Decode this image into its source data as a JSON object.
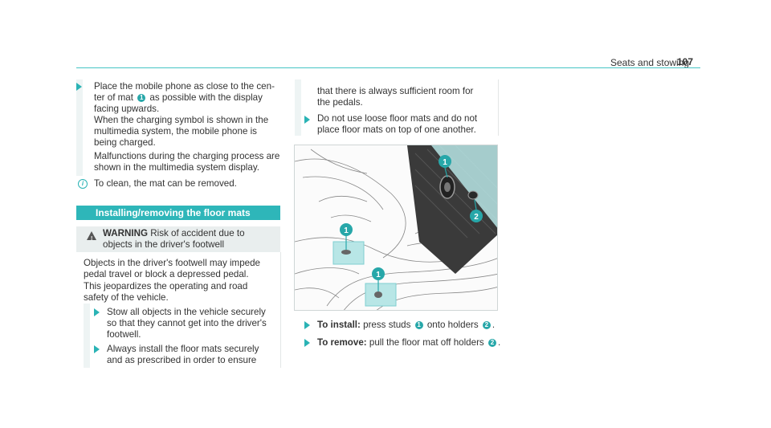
{
  "header": {
    "title": "Seats and stowing",
    "page_number": "107"
  },
  "left": {
    "step1": [
      "Place the mobile phone as close to the cen-",
      "ter of mat ",
      " as possible with the display",
      "facing upwards.",
      "When the charging symbol is shown in the",
      "multimedia system, the mobile phone is",
      "being charged.",
      "Malfunctions during the charging process are",
      "shown in the multimedia system display."
    ],
    "step1_badge": "1",
    "info": "To clean, the mat can be removed.",
    "section_title": "Installing/removing the floor mats",
    "warning_title": "WARNING",
    "warning_line1": "Risk of accident due to",
    "warning_line2": "objects in the driver's footwell",
    "body1": [
      "Objects in the driver's footwell may impede",
      "pedal travel or block a depressed pedal."
    ],
    "body2": [
      "This jeopardizes the operating and road",
      "safety of the vehicle."
    ],
    "step2": [
      "Stow all objects in the vehicle securely",
      "so that they cannot get into the driver's",
      "footwell."
    ],
    "step3": [
      "Always install the floor mats securely",
      "and as prescribed in order to ensure"
    ]
  },
  "middle": {
    "cont": [
      "that there is always sufficient room for",
      "the pedals."
    ],
    "step4": [
      "Do not use loose floor mats and do not",
      "place floor mats on top of one another."
    ],
    "figure_badges": [
      "1",
      "2",
      "1",
      "1"
    ],
    "install_label": "To install:",
    "install_text_a": "press studs ",
    "install_badge1": "1",
    "install_text_b": " onto holders ",
    "install_badge2": "2",
    "install_end": ".",
    "remove_label": "To remove:",
    "remove_text": "pull the floor mat off holders ",
    "remove_badge": "2",
    "remove_end": "."
  },
  "colors": {
    "accent": "#2eb6b9",
    "shade": "#eef4f4",
    "warning_box": "#e9eeee"
  }
}
